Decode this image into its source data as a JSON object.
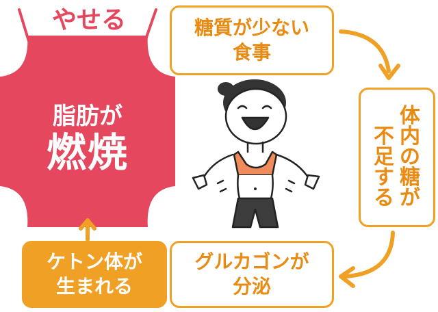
{
  "labels": {
    "yaseru": "やせる",
    "burn_line1": "脂肪が",
    "burn_line2": "燃焼",
    "low_carb_line1": "糖質が少ない",
    "low_carb_line2": "食事",
    "sugar_col1": [
      "体",
      "内",
      "の",
      "糖",
      "が"
    ],
    "sugar_col2": [
      "不",
      "足",
      "す",
      "る"
    ],
    "glucagon_line1": "グルカゴンが",
    "glucagon_line2": "分泌",
    "ketone_line1": "ケトン体が",
    "ketone_line2": "生まれる"
  },
  "colors": {
    "orange": "#F0A024",
    "orange_text": "#E98A12",
    "red": "#E4475E",
    "skin": "#ffffff",
    "top": "#F08C5C",
    "pants": "#3c3c3c"
  },
  "icons": [
    "woman-cheering-icon",
    "arrow-right-down-icon",
    "arrow-down-left-icon",
    "arrow-up-icon"
  ]
}
